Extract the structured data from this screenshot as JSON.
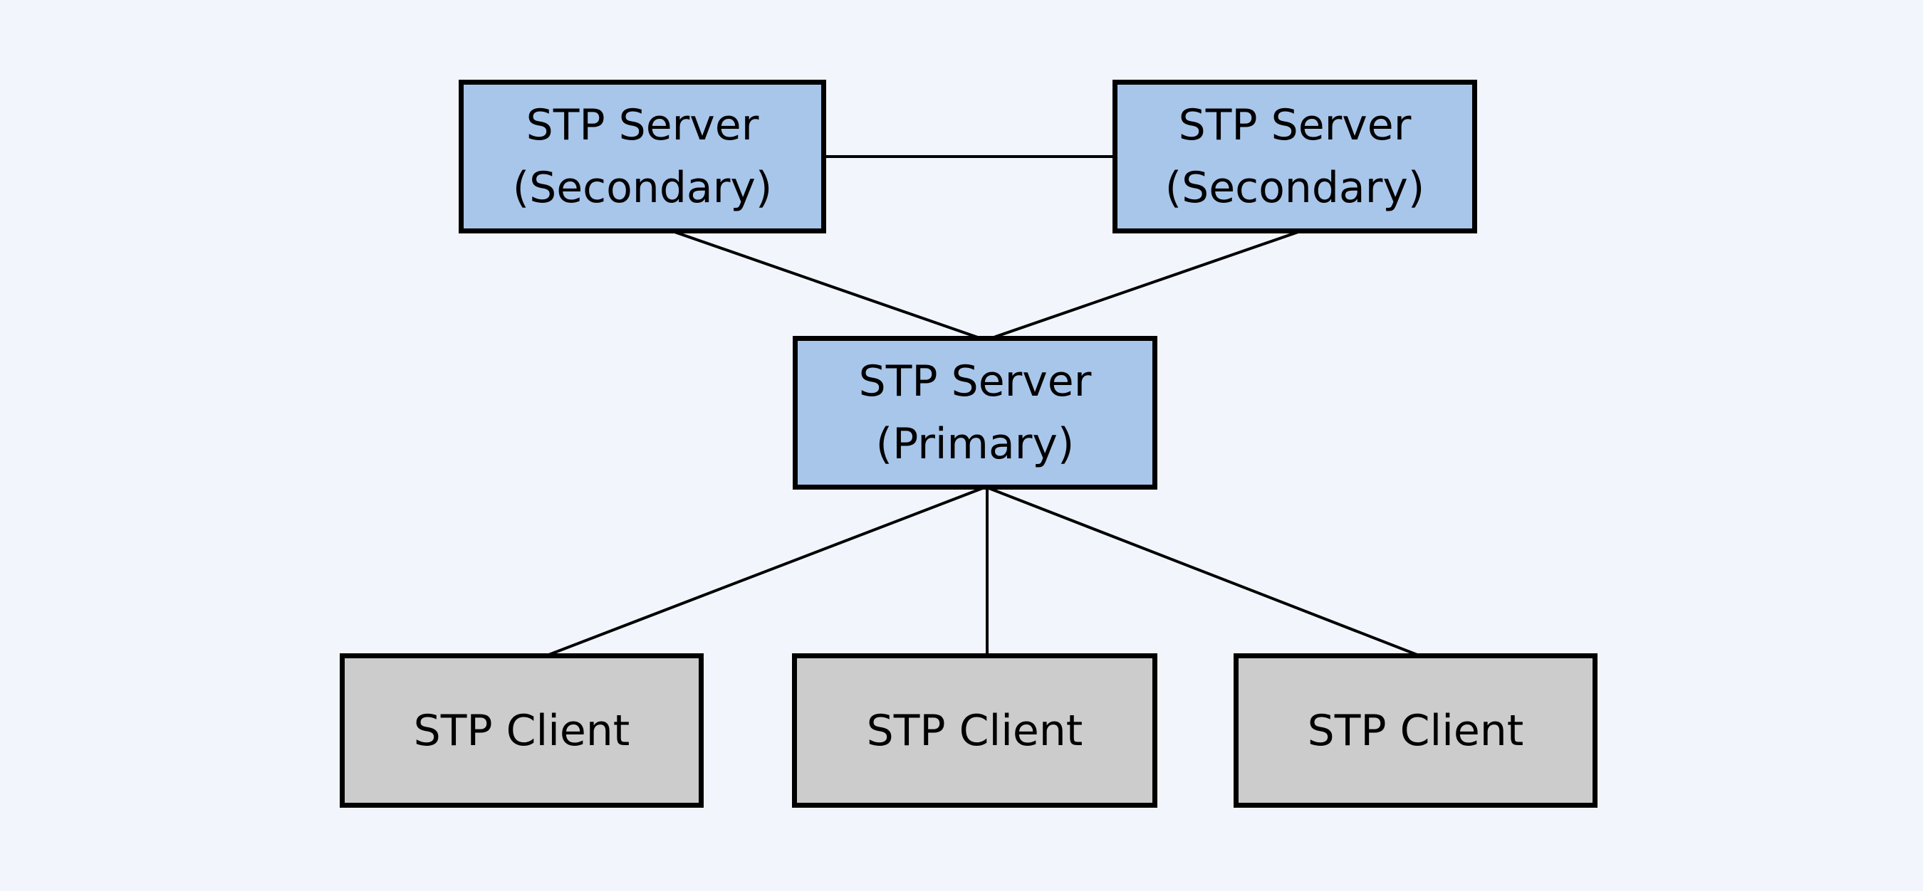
{
  "colors": {
    "background": "#f2f5fc",
    "server_fill": "#a8c6ea",
    "client_fill": "#cccccc",
    "node_border": "#000000",
    "connector": "#000000",
    "text": "#000000"
  },
  "nodes": {
    "secondary_left": {
      "title": "STP Server",
      "subtitle": "(Secondary)",
      "role": "server"
    },
    "secondary_right": {
      "title": "STP Server",
      "subtitle": "(Secondary)",
      "role": "server"
    },
    "primary": {
      "title": "STP Server",
      "subtitle": "(Primary)",
      "role": "server"
    },
    "client_left": {
      "title": "STP Client",
      "role": "client"
    },
    "client_center": {
      "title": "STP Client",
      "role": "client"
    },
    "client_right": {
      "title": "STP Client",
      "role": "client"
    }
  },
  "edges": [
    {
      "from": "secondary_left",
      "to": "secondary_right"
    },
    {
      "from": "secondary_left",
      "to": "primary"
    },
    {
      "from": "secondary_right",
      "to": "primary"
    },
    {
      "from": "primary",
      "to": "client_left"
    },
    {
      "from": "primary",
      "to": "client_center"
    },
    {
      "from": "primary",
      "to": "client_right"
    }
  ]
}
